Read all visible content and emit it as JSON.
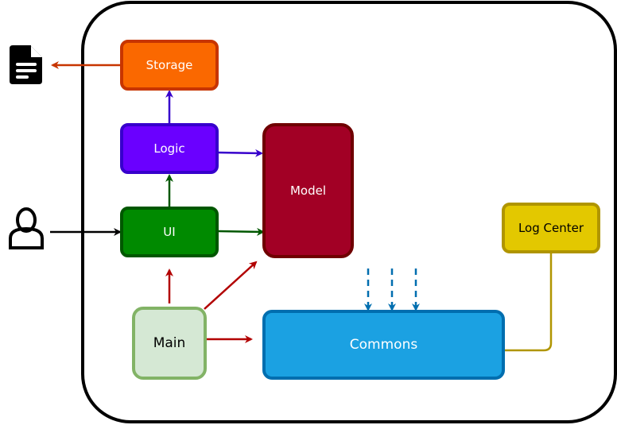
{
  "diagram": {
    "nodes": {
      "storage": {
        "label": "Storage",
        "fill": "#fa6800",
        "stroke": "#c73500",
        "text_color": "#ffffff"
      },
      "logic": {
        "label": "Logic",
        "fill": "#6a00ff",
        "stroke": "#3700cc",
        "text_color": "#ffffff"
      },
      "ui": {
        "label": "UI",
        "fill": "#008a00",
        "stroke": "#005700",
        "text_color": "#ffffff"
      },
      "model": {
        "label": "Model",
        "fill": "#a20025",
        "stroke": "#6f0000",
        "text_color": "#ffffff"
      },
      "main": {
        "label": "Main",
        "fill": "#d5e8d4",
        "stroke": "#82b366",
        "text_color": "#000000"
      },
      "commons": {
        "label": "Commons",
        "fill": "#1ba1e2",
        "stroke": "#006eaf",
        "text_color": "#ffffff"
      },
      "log_center": {
        "label": "Log Center",
        "fill": "#e3c800",
        "stroke": "#b09500",
        "text_color": "#000000"
      }
    },
    "icons": {
      "file": "file-icon",
      "user": "user-icon"
    },
    "colors": {
      "container_border": "#000000",
      "storage_arrow": "#c73500",
      "logic_arrow": "#3700cc",
      "ui_arrow": "#005700",
      "main_arrow": "#b20000",
      "user_arrow": "#000000",
      "commons_arrow": "#006eaf",
      "log_link": "#b09500"
    }
  }
}
